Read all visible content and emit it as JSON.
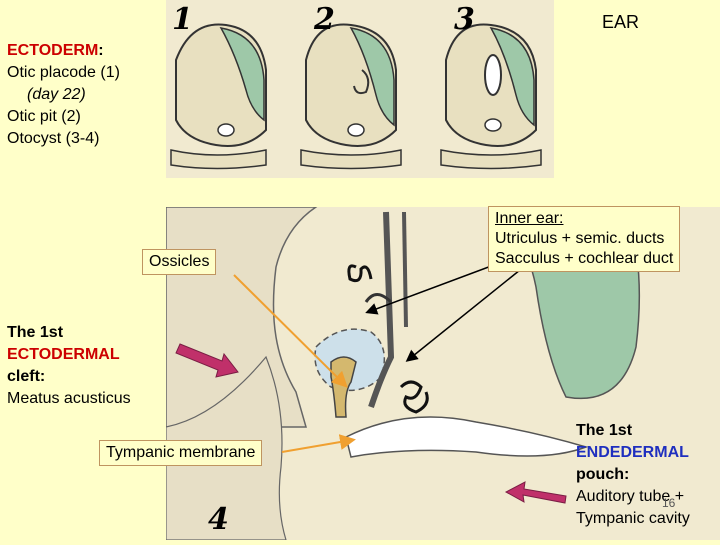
{
  "title": "EAR",
  "stage_numbers": [
    "1",
    "2",
    "3",
    "4"
  ],
  "ectoderm": {
    "heading": "ECTODERM",
    "colon": ":",
    "lines": [
      "Otic placode (1)",
      "(day 22)",
      "Otic pit (2)",
      "Otocyst (3-4)"
    ]
  },
  "ossicles_label": "Ossicles",
  "inner_ear": {
    "lines": [
      "Inner ear:",
      "Utriculus + semic. ducts",
      "Sacculus + cochlear duct"
    ]
  },
  "ectodermal_cleft": {
    "line1": "The 1st",
    "line2": "ECTODERMAL",
    "line3": "cleft:",
    "line4": "Meatus acusticus"
  },
  "tympanic_membrane_label": "Tympanic membrane",
  "endodermal_pouch": {
    "line1": "The 1st",
    "line2": "ENDEDERMAL",
    "line3": "pouch:",
    "line4": "Auditory tube +",
    "line5": "Tympanic cavity"
  },
  "page_number": "16",
  "colors": {
    "background": "#ffffc9",
    "figure": "#f1ead0",
    "ectoderm_red": "#cc0000",
    "endoderm_blue": "#1f2fbf",
    "arrow_orange": "#f0a030",
    "arrow_magenta": "#c0306a",
    "neural_tube_green": "#9ec8a8"
  }
}
